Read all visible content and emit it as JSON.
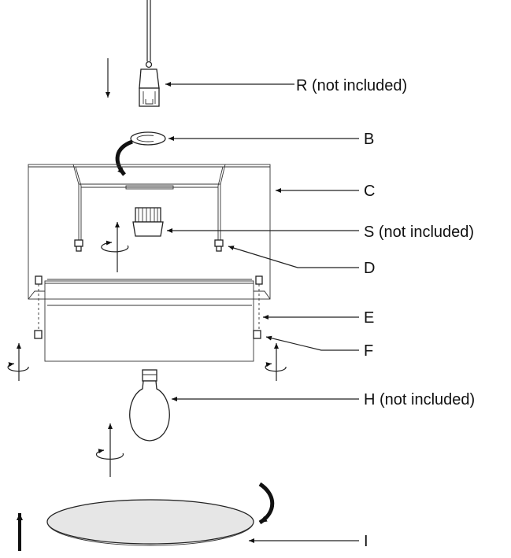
{
  "labels": {
    "R": "R (not included)",
    "B": "B",
    "C": "C",
    "S": "S (not included)",
    "D": "D",
    "E": "E",
    "F": "F",
    "H": "H (not included)",
    "I": "I"
  },
  "colors": {
    "line": "#222222",
    "background": "#ffffff",
    "disc_fill": "#e6e6e6"
  },
  "icons": [
    "rotate-arrow-icon",
    "curved-arrow-icon",
    "straight-arrow-icon"
  ]
}
